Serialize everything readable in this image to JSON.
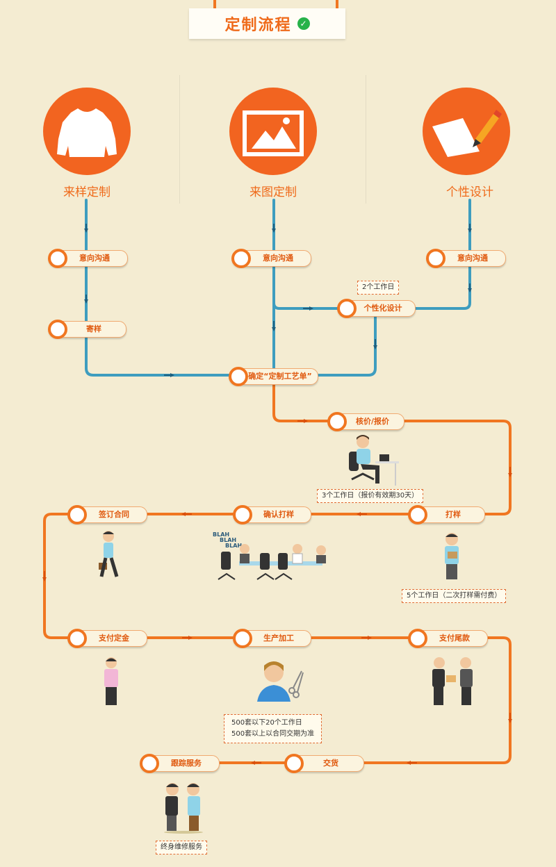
{
  "title": "定制流程",
  "top_nodes": [
    {
      "label": "来样定制",
      "icon": "shirt-icon"
    },
    {
      "label": "来图定制",
      "icon": "picture-icon"
    },
    {
      "label": "个性设计",
      "icon": "paper-pencil-icon"
    }
  ],
  "steps": {
    "communicate": "意向沟通",
    "send_sample": "寄样",
    "personal_design": "个性化设计",
    "confirm_sheet": "确定“定制工艺单”",
    "pricing": "核价/报价",
    "sampling": "打样",
    "confirm_sample": "确认打样",
    "sign_contract": "签订合同",
    "deposit": "支付定金",
    "production": "生产加工",
    "final_payment": "支付尾款",
    "delivery": "交货",
    "follow_up": "跟踪服务"
  },
  "notes": {
    "design_days": "2个工作日",
    "quote_days": "3个工作日（报价有效期30天）",
    "sample_days": "5个工作日（二次打样需付费）",
    "production_days_1": "500套以下20个工作日",
    "production_days_2": "500套以上以合同交期为准",
    "service": "终身维修服务"
  },
  "illustration_text": {
    "blah": "BLAH"
  },
  "colors": {
    "background": "#f4ecd2",
    "orange": "#f07621",
    "blue": "#3a9cbc",
    "arrow_blue": "#1f6a8c"
  }
}
